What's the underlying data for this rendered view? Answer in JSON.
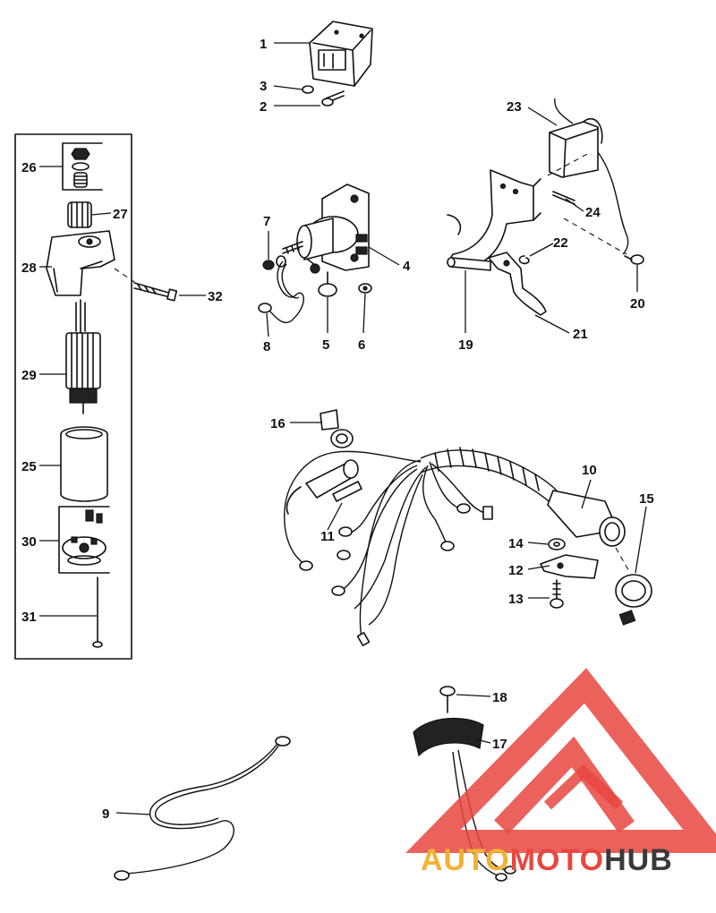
{
  "callouts": [
    {
      "id": "c1",
      "text": "1"
    },
    {
      "id": "c2",
      "text": "2"
    },
    {
      "id": "c3",
      "text": "3"
    },
    {
      "id": "c4",
      "text": "4"
    },
    {
      "id": "c5",
      "text": "5"
    },
    {
      "id": "c6",
      "text": "6"
    },
    {
      "id": "c7",
      "text": "7"
    },
    {
      "id": "c8",
      "text": "8"
    },
    {
      "id": "c9",
      "text": "9"
    },
    {
      "id": "c10",
      "text": "10"
    },
    {
      "id": "c11",
      "text": "11"
    },
    {
      "id": "c12",
      "text": "12"
    },
    {
      "id": "c13",
      "text": "13"
    },
    {
      "id": "c14",
      "text": "14"
    },
    {
      "id": "c15",
      "text": "15"
    },
    {
      "id": "c16",
      "text": "16"
    },
    {
      "id": "c17",
      "text": "17"
    },
    {
      "id": "c18",
      "text": "18"
    },
    {
      "id": "c19",
      "text": "19"
    },
    {
      "id": "c20",
      "text": "20"
    },
    {
      "id": "c21",
      "text": "21"
    },
    {
      "id": "c22",
      "text": "22"
    },
    {
      "id": "c23",
      "text": "23"
    },
    {
      "id": "c24",
      "text": "24"
    },
    {
      "id": "c25",
      "text": "25"
    },
    {
      "id": "c26",
      "text": "26"
    },
    {
      "id": "c27",
      "text": "27"
    },
    {
      "id": "c28",
      "text": "28"
    },
    {
      "id": "c29",
      "text": "29"
    },
    {
      "id": "c30",
      "text": "30"
    },
    {
      "id": "c31",
      "text": "31"
    },
    {
      "id": "c32",
      "text": "32"
    }
  ],
  "watermark": {
    "part1": "AUTO",
    "part2": "MOTO",
    "part3": "HUB",
    "color_primary": "#e8473f",
    "color_secondary": "#f2b233",
    "color_tertiary": "#3a3a3a"
  }
}
